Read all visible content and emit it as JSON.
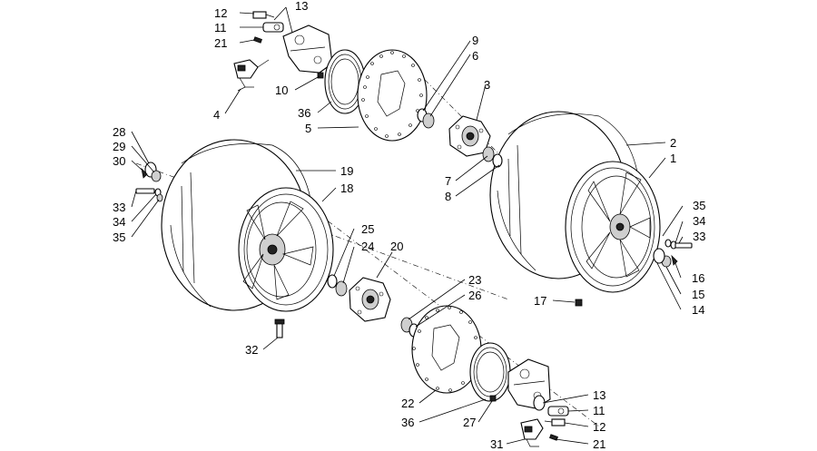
{
  "diagram": {
    "callouts": {
      "c1": "1",
      "c2": "2",
      "c3": "3",
      "c4": "4",
      "c5": "5",
      "c6": "6",
      "c7": "7",
      "c8": "8",
      "c9": "9",
      "c10": "10",
      "c11a": "11",
      "c12a": "12",
      "c13a": "13",
      "c21a": "21",
      "c36a": "36",
      "c14": "14",
      "c15": "15",
      "c16": "16",
      "c17": "17",
      "c18": "18",
      "c19": "19",
      "c20": "20",
      "c11b": "11",
      "c12b": "12",
      "c13b": "13",
      "c21b": "21",
      "c36b": "36",
      "c22": "22",
      "c23": "23",
      "c24": "24",
      "c25": "25",
      "c26": "26",
      "c27": "27",
      "c28": "28",
      "c29": "29",
      "c30": "30",
      "c31": "31",
      "c32": "32",
      "c33a": "33",
      "c34a": "34",
      "c35a": "35",
      "c33b": "33",
      "c34b": "34",
      "c35b": "35"
    }
  }
}
